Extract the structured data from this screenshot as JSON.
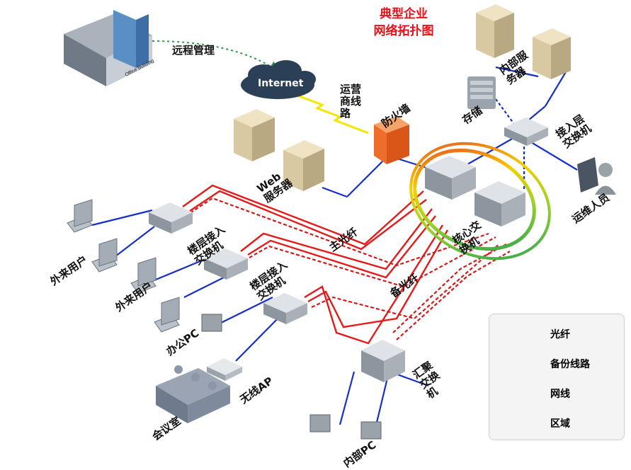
{
  "title": {
    "line1": "典型企业",
    "line2": "网络拓扑图"
  },
  "nodes": {
    "office_building": {
      "caption": "Office Building"
    },
    "remote": "远程管理",
    "internet": "Internet",
    "isp": "运营商线路",
    "firewall": "防火墙",
    "web_server": "Web服务器",
    "internal_server": "内部服务器",
    "storage": "存储",
    "access_switch": "接入层交换机",
    "ops": "运维人员",
    "core_switch": "核心交换机",
    "floor_switch_1": "楼层接入交换机",
    "floor_switch_2": "楼层接入交换机",
    "visitor_1": "外来用户",
    "visitor_2": "外来用户",
    "office_pc": "办公PC",
    "wireless_ap": "无线AP",
    "meeting_room": "会议室",
    "agg_switch": "汇聚交换机",
    "internal_pc": "内部PC",
    "main_fiber": "主光纤",
    "backup_fiber": "备光纤"
  },
  "legend": {
    "items": [
      {
        "label": "光纤",
        "style": "solid",
        "color": "#e31b1b"
      },
      {
        "label": "备份线路",
        "style": "dashed",
        "color": "#d11b1b"
      },
      {
        "label": "网线",
        "style": "solid",
        "color": "#1530c8"
      },
      {
        "label": "区域",
        "style": "ring",
        "color": "#e6c200"
      }
    ]
  },
  "colors": {
    "fiber": "#e31b1b",
    "cable": "#1530c8",
    "title": "#e8101a",
    "remote_link": "#2f9a4d",
    "isp_link": "#f5e600"
  }
}
